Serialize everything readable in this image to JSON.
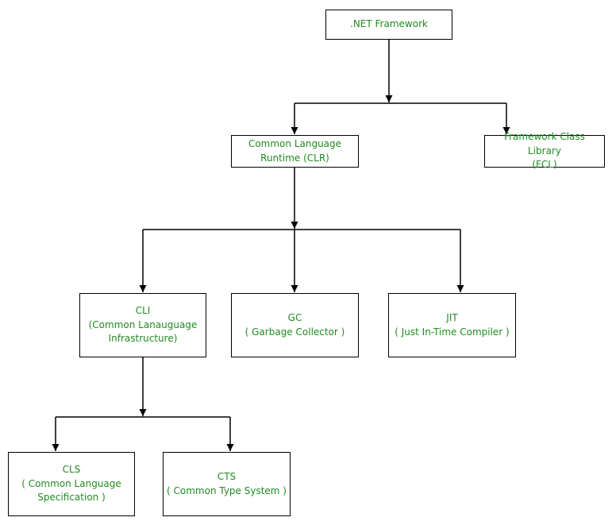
{
  "diagram": {
    "text_color": "#228B22",
    "line_color": "#000000",
    "nodes": {
      "net_framework": ".NET Framework",
      "clr": "Common Language\nRuntime (CLR)",
      "fcl": "Framework Class Library\n(FCL)",
      "cli": "CLI\n(Common Lanauguage\nInfrastructure)",
      "gc": "GC\n( Garbage Collector )",
      "jit": "JIT\n( Just In-Time Compiler )",
      "cls": "CLS\n( Common Language\nSpecification )",
      "cts": "CTS\n( Common Type System )"
    },
    "edges": [
      {
        "from": "net_framework",
        "to": "clr"
      },
      {
        "from": "net_framework",
        "to": "fcl"
      },
      {
        "from": "clr",
        "to": "cli"
      },
      {
        "from": "clr",
        "to": "gc"
      },
      {
        "from": "clr",
        "to": "jit"
      },
      {
        "from": "cli",
        "to": "cls"
      },
      {
        "from": "cli",
        "to": "cts"
      }
    ]
  }
}
